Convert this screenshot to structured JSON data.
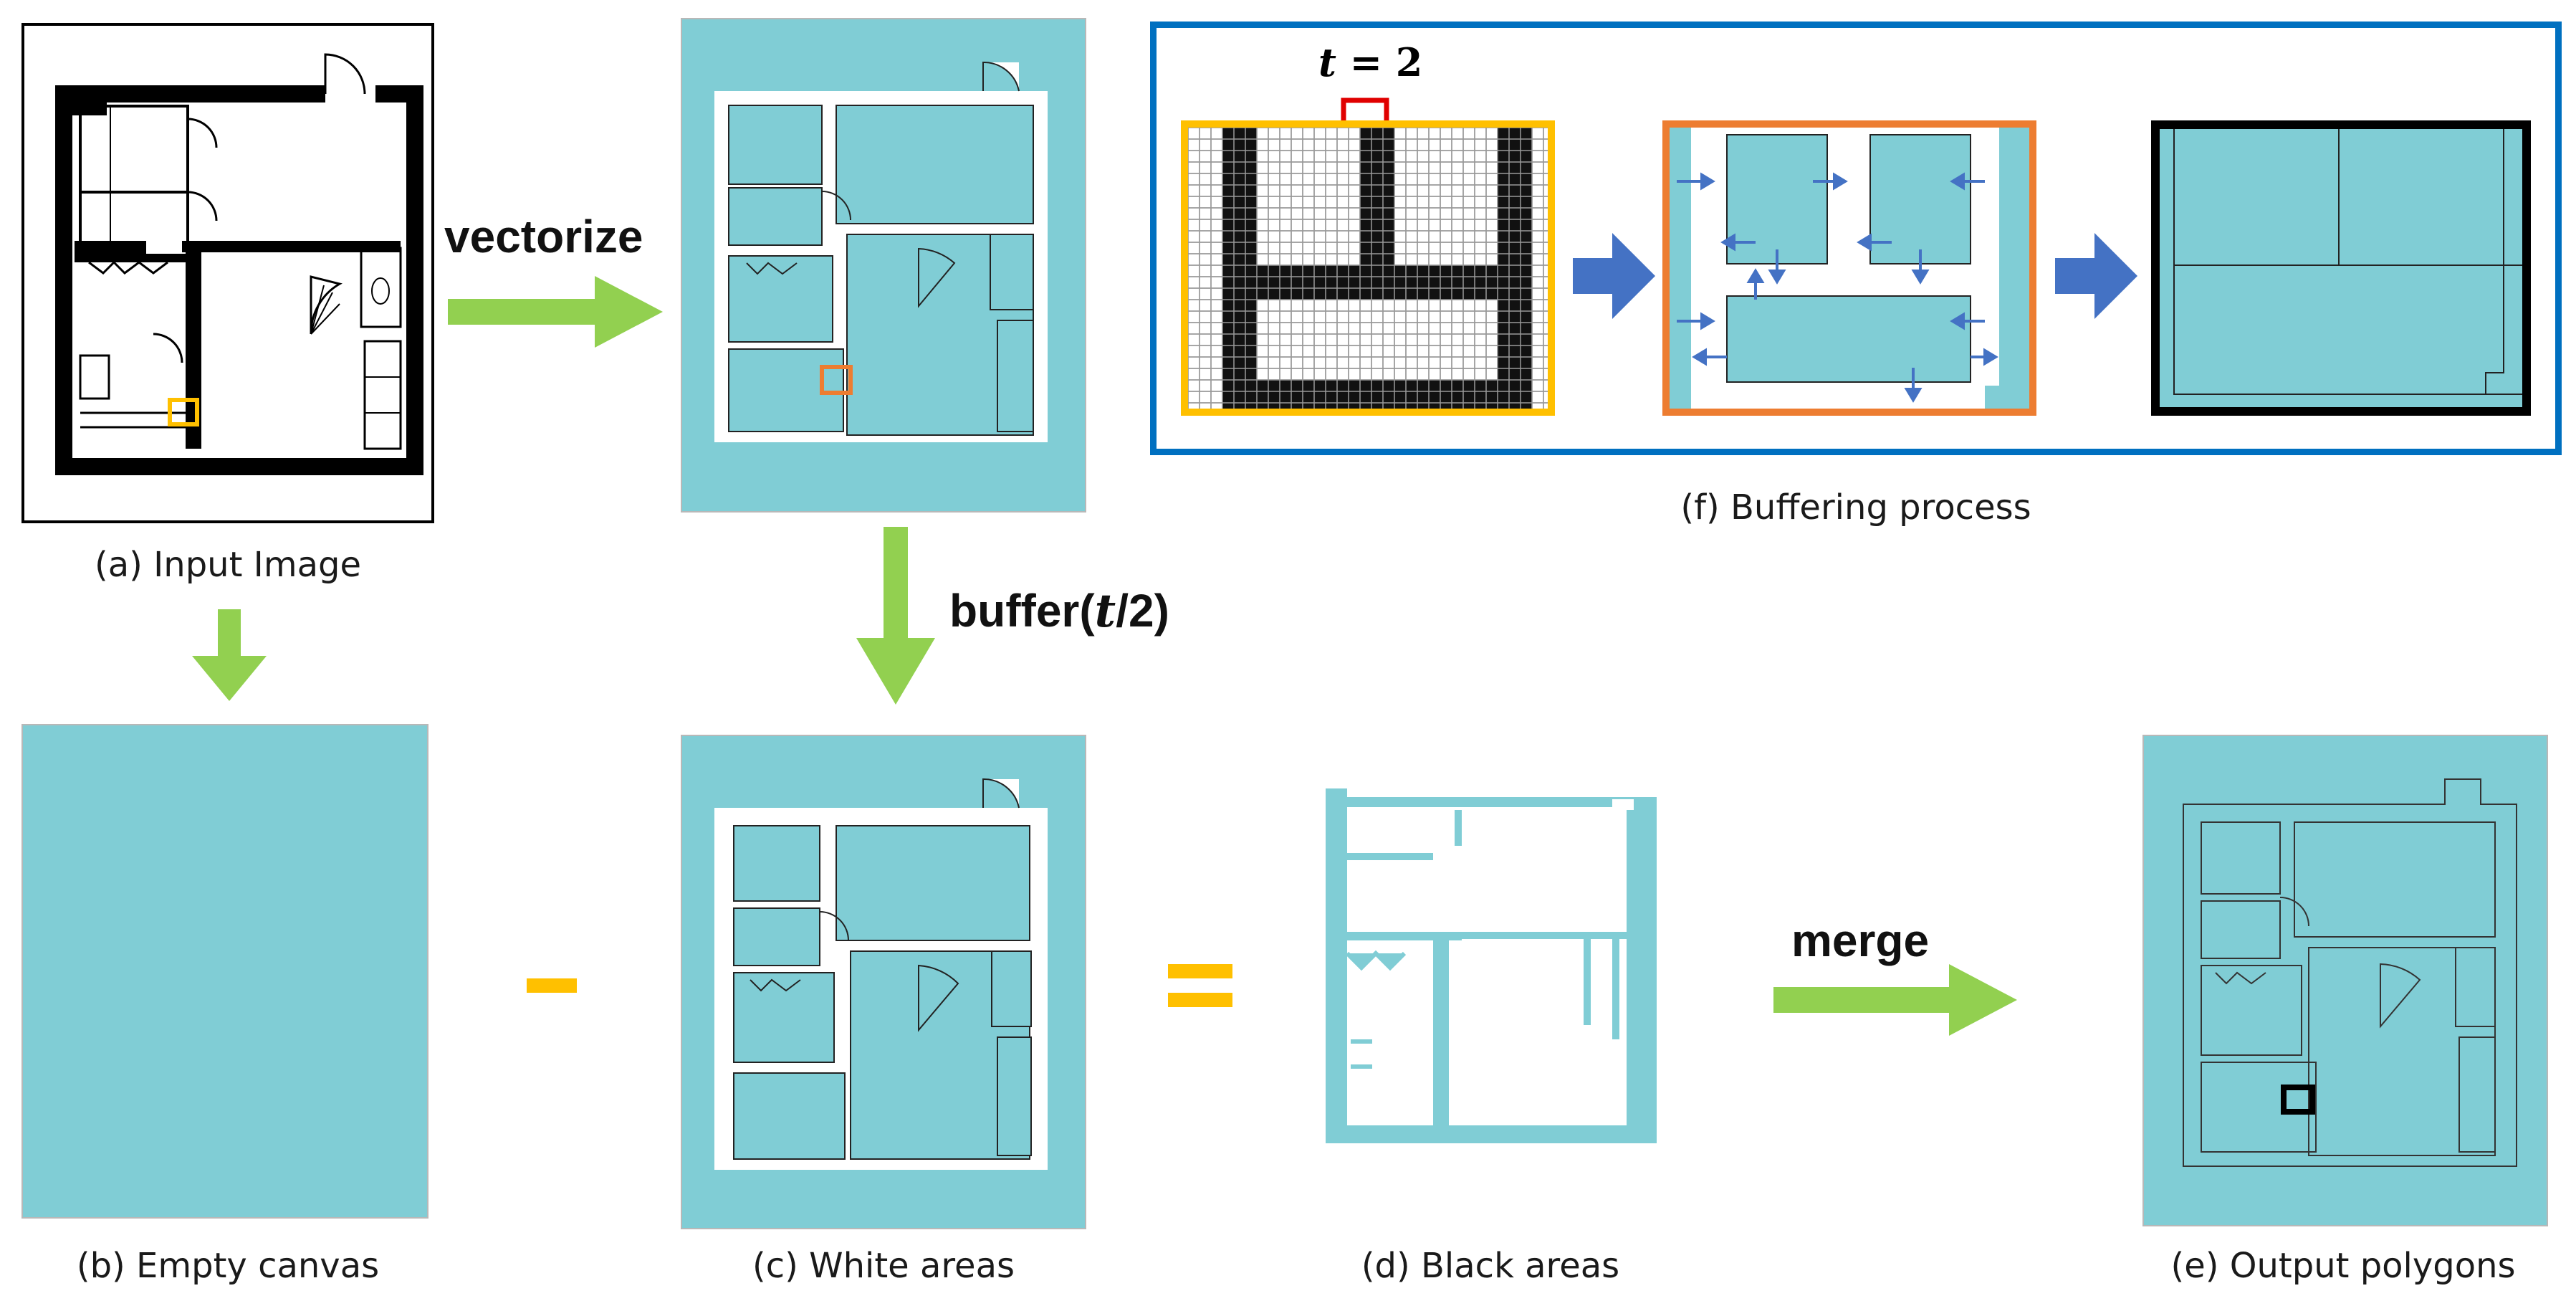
{
  "captions": {
    "a": "(a) Input Image",
    "b": "(b) Empty canvas",
    "c": "(c) White areas",
    "d": "(d) Black areas",
    "e": "(e) Output polygons",
    "f": "(f) Buffering process"
  },
  "operations": {
    "vectorize": "vectorize",
    "buffer_prefix": "buffer(",
    "buffer_arg": "t",
    "buffer_suffix": "/2)",
    "merge": "merge",
    "minus": "-",
    "equals": "="
  },
  "buffer_detail": {
    "t_symbol": "t",
    "t_equals": "= 2"
  },
  "colors": {
    "room_fill": "#80CDD5",
    "arrow_green": "#92D050",
    "arrow_blue": "#4472C4",
    "highlight_yellow": "#FFC000",
    "highlight_orange": "#ED7D31",
    "frame_blue": "#0070C0",
    "brace_red": "#E00000",
    "operator_yellow": "#FFC000"
  }
}
